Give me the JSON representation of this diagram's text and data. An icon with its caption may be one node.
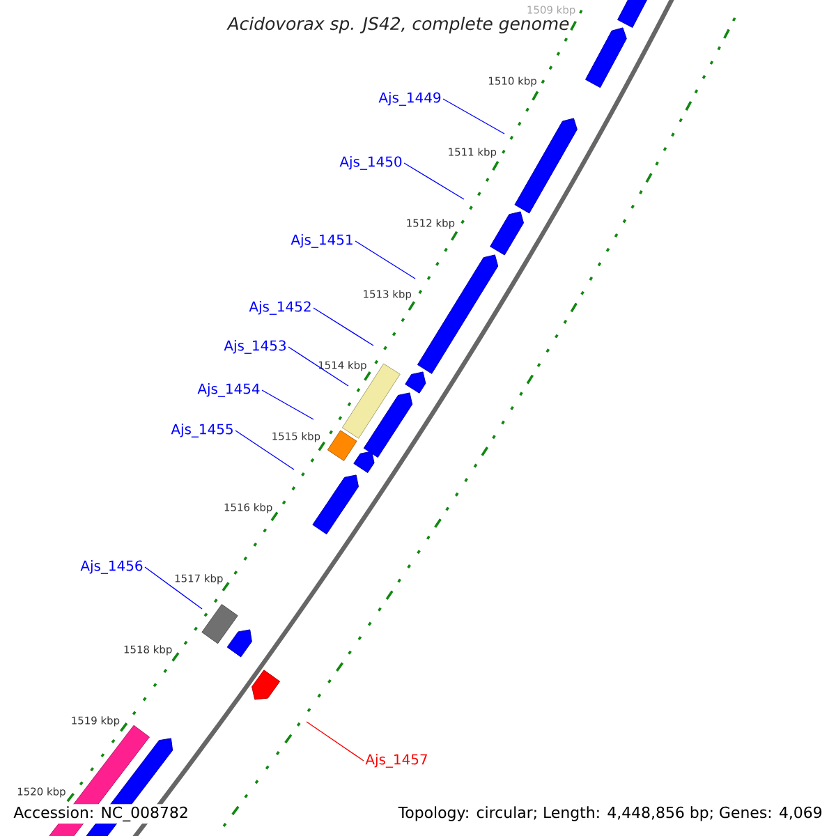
{
  "diagram": {
    "title": "Acidovorax sp. JS42, complete genome",
    "nodes": [
      {
        "text": [
          "Ajs_1449"
        ]
      },
      {
        "text": [
          "Ajs_1450"
        ]
      },
      {
        "text": [
          "Ajs_1451"
        ]
      },
      {
        "text": [
          "Ajs_1452"
        ]
      },
      {
        "text": [
          "Ajs_1453"
        ]
      },
      {
        "text": [
          "Ajs_1454"
        ]
      },
      {
        "text": [
          "Ajs_1455"
        ]
      },
      {
        "text": [
          "Ajs_1456"
        ]
      },
      {
        "text": [
          "Ajs_1457"
        ]
      }
    ],
    "edges": [
      {
        "from": 0,
        "to": null,
        "arrow": "none"
      },
      {
        "from": 1,
        "to": null,
        "arrow": "none"
      },
      {
        "from": 2,
        "to": null,
        "arrow": "none"
      },
      {
        "from": 3,
        "to": null,
        "arrow": "none"
      },
      {
        "from": 4,
        "to": null,
        "arrow": "none"
      },
      {
        "from": 5,
        "to": null,
        "arrow": "none"
      },
      {
        "from": 6,
        "to": null,
        "arrow": "none"
      },
      {
        "from": 7,
        "to": null,
        "arrow": "none"
      },
      {
        "from": 8,
        "to": null,
        "arrow": "none",
        "color": "#ff0000"
      }
    ],
    "labels": [
      "1509 kbp",
      "1510 kbp",
      "1511 kbp",
      "1512 kbp",
      "1513 kbp",
      "1514 kbp",
      "1515 kbp",
      "1516 kbp",
      "1517 kbp",
      "1518 kbp",
      "1519 kbp",
      "1520 kbp",
      "Accession: NC_008782",
      "Topology: circular; Length: 4,448,856 bp; Genes: 4,069"
    ]
  }
}
